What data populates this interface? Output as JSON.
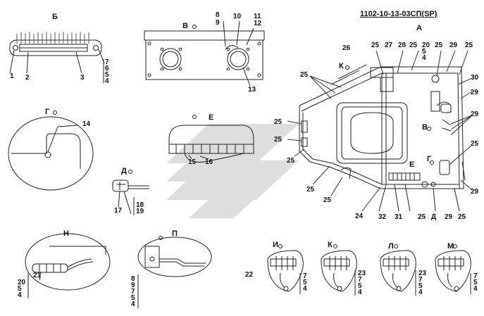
{
  "title": "1102-10-13-03СП(SP)",
  "views": {
    "B_top": "Б",
    "V": "В",
    "A": "А",
    "G": "Г",
    "E": "Е",
    "D": "Д",
    "E_small": "Е",
    "N": "Н",
    "P": "П",
    "I": "И",
    "K": "К",
    "L": "Л",
    "M": "М",
    "K_main": "К",
    "V_main": "В",
    "G_main": "Г"
  },
  "callouts": {
    "c1": "1",
    "c2": "2",
    "c3": "3",
    "c8": "8",
    "c9": "9",
    "c10": "10",
    "c11": "11",
    "c12": "12",
    "c13": "13",
    "c14": "14",
    "c15": "15",
    "c16": "16",
    "c17": "17",
    "c18": "18",
    "c19": "19",
    "c21": "21",
    "c22": "22",
    "c24": "24",
    "c26": "26",
    "c27": "27",
    "c28": "28",
    "c30": "30",
    "c31": "31",
    "c32": "32",
    "d_bottom": "Д",
    "c25_a": "25",
    "c25_b": "25",
    "c25_c": "25",
    "c25_d": "25",
    "c25_e": "25",
    "c25_f": "25",
    "c25_g": "25",
    "c25_h": "25",
    "c25_i": "25",
    "c25_j": "25",
    "c25_k": "25",
    "c25_l": "25",
    "c25_m": "25",
    "c29_a": "29",
    "c29_b": "29",
    "c29_c": "29",
    "c29_d": "29",
    "c29_e": "29"
  },
  "stacks": {
    "s_b": [
      "7",
      "6",
      "5",
      "4"
    ],
    "s_a": [
      "20",
      "5",
      "4"
    ],
    "s_n": [
      "20",
      "5",
      "4"
    ],
    "s_p": [
      "8",
      "9",
      "7",
      "5",
      "4"
    ],
    "s_i": [
      "7",
      "5",
      "4"
    ],
    "s_k": [
      "23",
      "7",
      "5",
      "4"
    ],
    "s_l": [
      "23",
      "7",
      "5",
      "4"
    ],
    "s_m": [
      "7",
      "5",
      "4"
    ]
  }
}
